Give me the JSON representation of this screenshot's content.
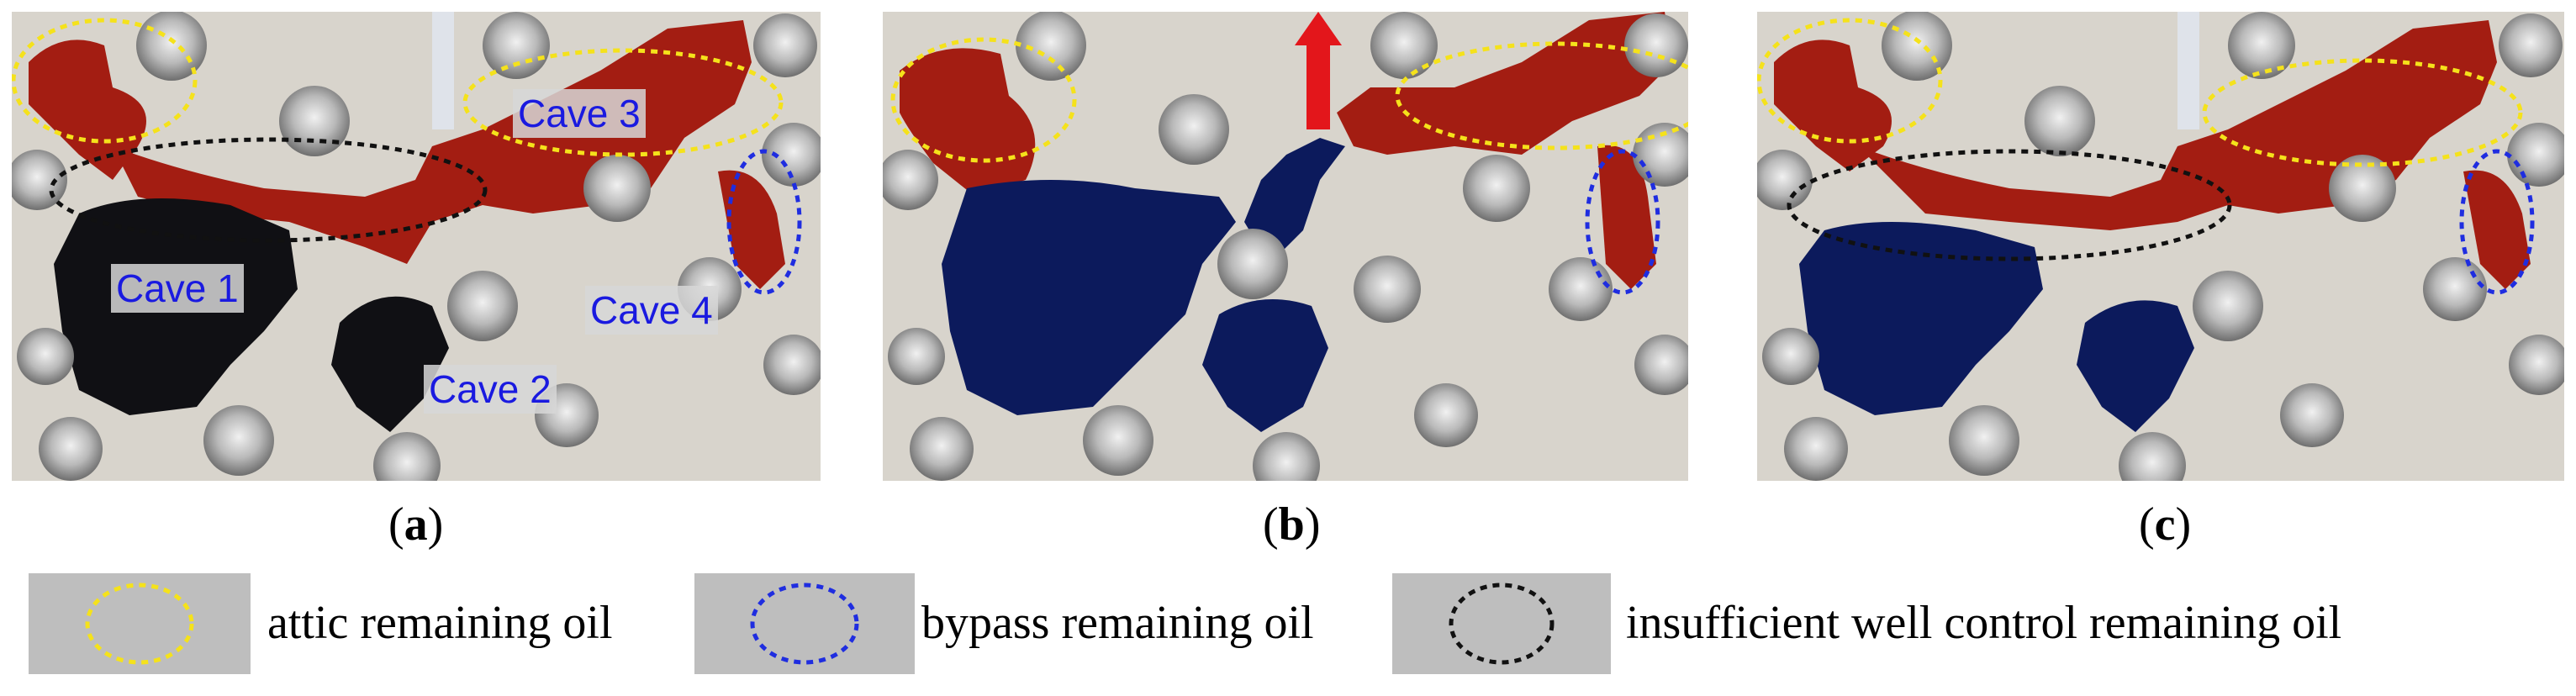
{
  "panels": [
    {
      "caption_open": "(",
      "caption_letter": "a",
      "caption_close": ")",
      "cave_labels": [
        "Cave 1",
        "Cave 2",
        "Cave 3",
        "Cave 4"
      ]
    },
    {
      "caption_open": "(",
      "caption_letter": "b",
      "caption_close": ")"
    },
    {
      "caption_open": "(",
      "caption_letter": "c",
      "caption_close": ")"
    }
  ],
  "legend": [
    {
      "label": "attic remaining  oil",
      "color": "#f5e21b"
    },
    {
      "label": "bypass remaining  oil",
      "color": "#1f2de0"
    },
    {
      "label": "insufficient  well control remaining  oil",
      "color": "#111111"
    }
  ],
  "colors": {
    "oil": "#a31d12",
    "water_black": "#101014",
    "water_blue": "#0c1a5c",
    "injection_arrow": "#e3161b"
  }
}
